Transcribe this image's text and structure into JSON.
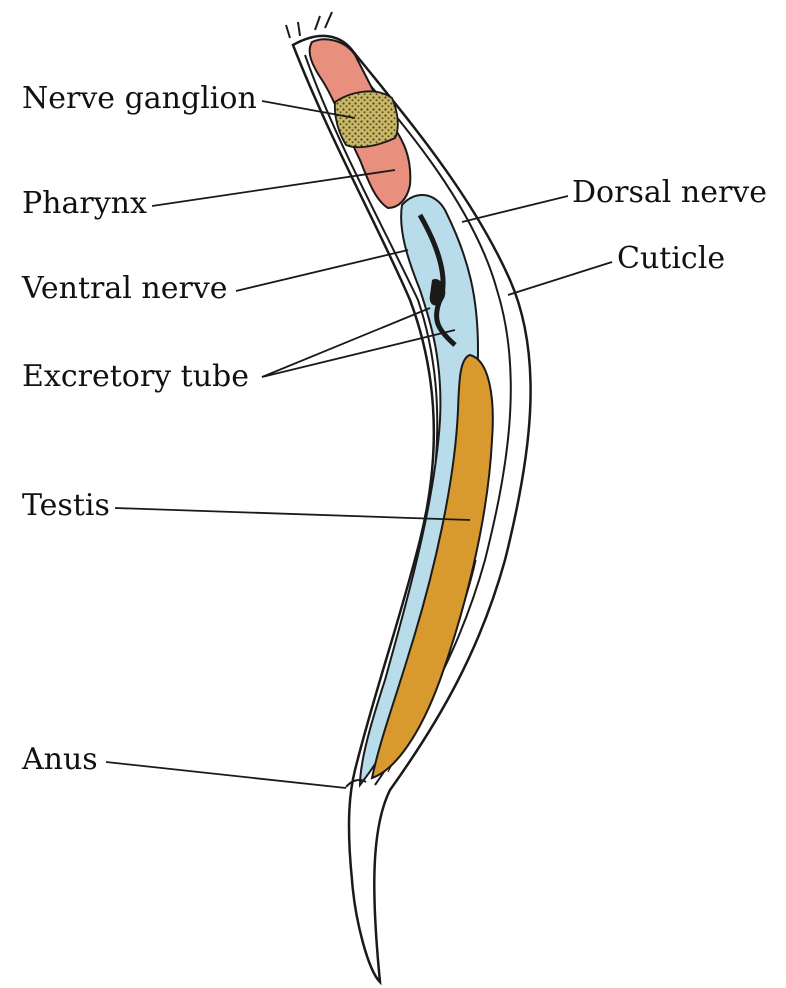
{
  "diagram": {
    "labels": {
      "nerve_ganglion": "Nerve ganglion",
      "pharynx": "Pharynx",
      "dorsal_nerve": "Dorsal nerve",
      "cuticle": "Cuticle",
      "ventral_nerve": "Ventral nerve",
      "excretory_tube": "Excretory tube",
      "testis": "Testis",
      "anus": "Anus"
    },
    "colors": {
      "pharynx": "#e98f7e",
      "nerve_ganglion": "#c9b866",
      "excretory_tube": "#b8dcea",
      "testis": "#d8992e",
      "outline": "#1a1a1a",
      "cuticle": "#ffffff"
    }
  }
}
